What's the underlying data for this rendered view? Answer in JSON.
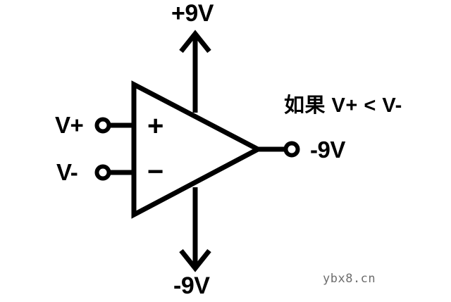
{
  "diagram": {
    "title": "op-amp comparator schematic",
    "stroke_color": "#000000",
    "background_color": "#ffffff",
    "watermark": "ybx8.cn",
    "opamp": {
      "plus_sign": "+",
      "minus_sign": "−"
    },
    "inputs": [
      {
        "label": "V+",
        "terminal": "open-circle"
      },
      {
        "label": "V-",
        "terminal": "open-circle"
      }
    ],
    "supplies": [
      {
        "label": "+9V",
        "direction": "up"
      },
      {
        "label": "-9V",
        "direction": "down"
      }
    ],
    "output": {
      "label": "-9V",
      "terminal": "open-circle"
    },
    "annotation": "如果 V+ < V-"
  }
}
